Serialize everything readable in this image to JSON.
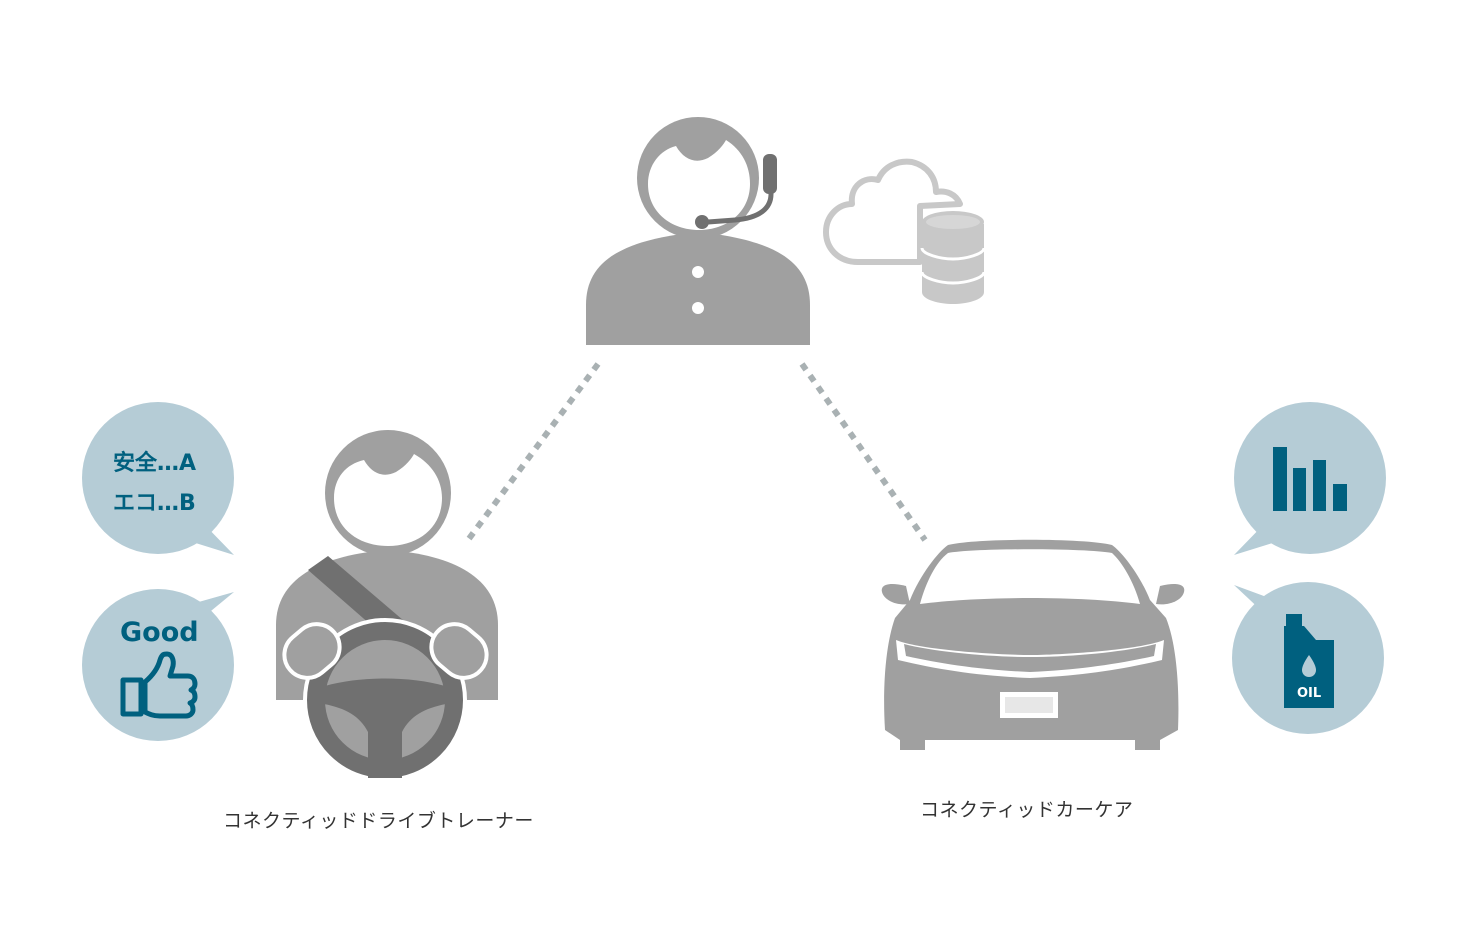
{
  "driver_trainer": {
    "caption": "コネクティッドドライブトレーナー",
    "score_lines": [
      "安全…A",
      "エコ…B"
    ],
    "good_label": "Good"
  },
  "car_care": {
    "caption": "コネクティッドカーケア",
    "oil_label": "OIL"
  },
  "icons": [
    "operator-icon",
    "cloud-icon",
    "database-icon",
    "driver-icon",
    "steering-wheel-icon",
    "seatbelt-icon",
    "thumbs-up-icon",
    "car-icon",
    "bar-chart-icon",
    "oil-bottle-icon"
  ],
  "colors": {
    "figure_gray": "#a0a0a0",
    "dark_gray": "#707070",
    "bubble_blue": "#b5ccd6",
    "accent_teal": "#00607f",
    "dotted_line": "#a9b1b3"
  }
}
